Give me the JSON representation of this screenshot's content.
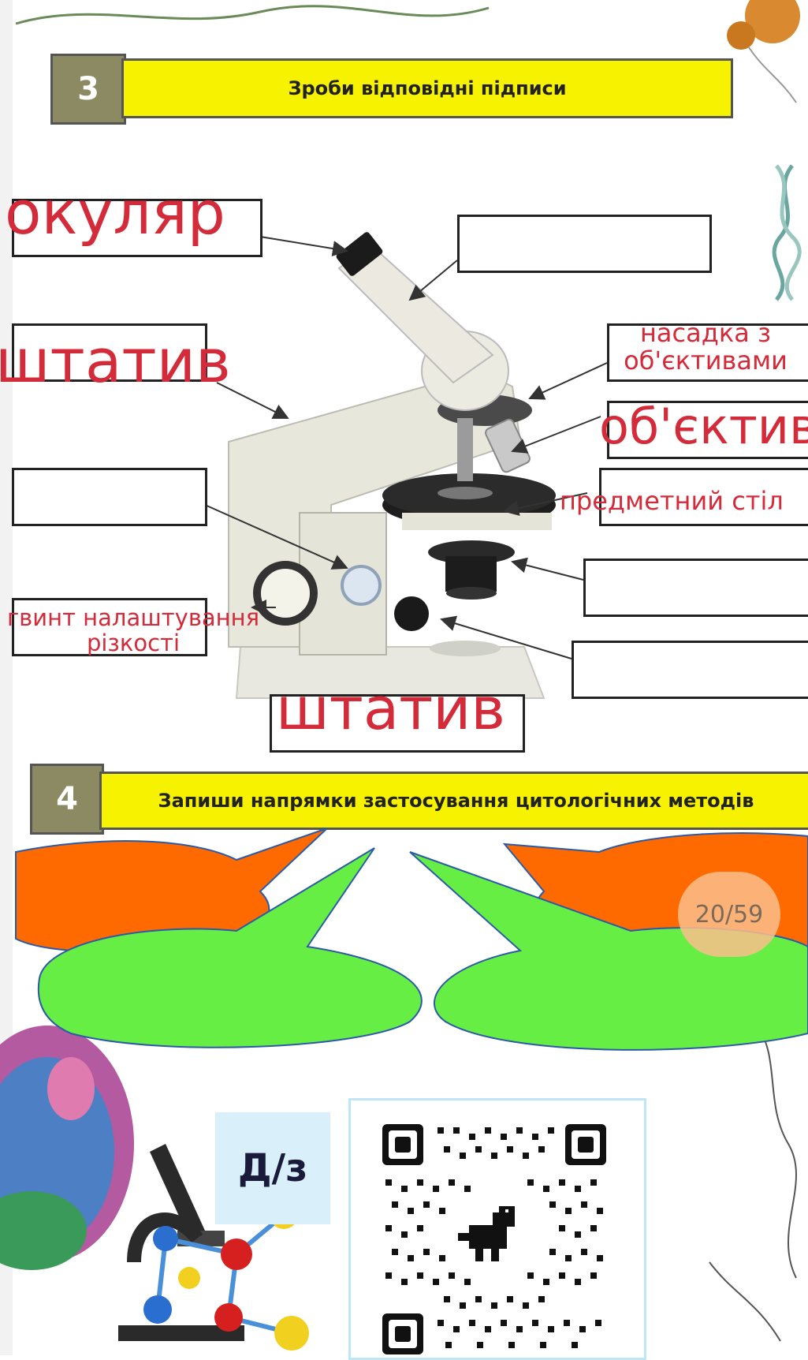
{
  "task3": {
    "number": "3",
    "title": "Зроби відповідні підписи"
  },
  "task4": {
    "number": "4",
    "title": "Запиши напрямки застосування цитологічних методів"
  },
  "labels": {
    "eyepiece": "окуляр",
    "stand_top": "штатив",
    "nosepiece_line1": "насадка з",
    "nosepiece_line2": "об'єктивами",
    "objective": "об'єктив",
    "stage": "предметний стіл",
    "focus_line1": "гвинт налаштування",
    "focus_line2": "різкості",
    "stand_bottom": "штатив"
  },
  "homework": "Д/з",
  "page_counter": "20/59"
}
